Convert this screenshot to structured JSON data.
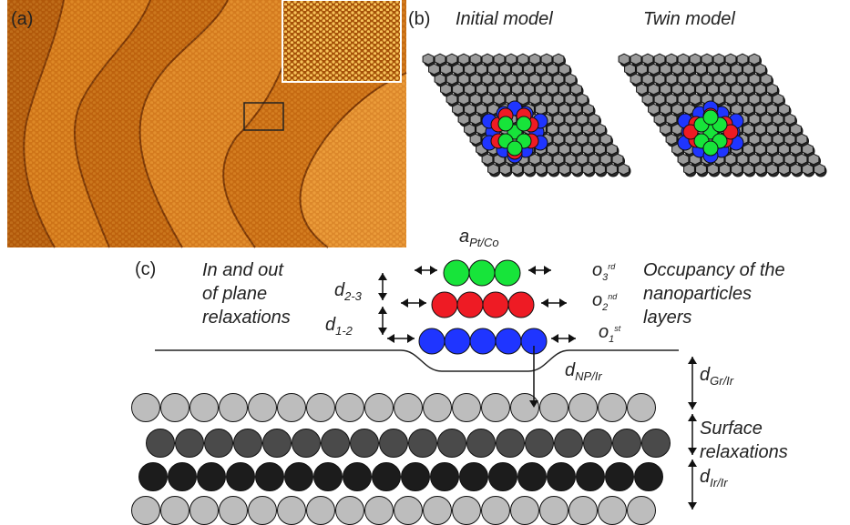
{
  "panels": {
    "a": "(a)",
    "b": "(b)",
    "c": "(c)"
  },
  "models": {
    "initial": "Initial model",
    "twin": "Twin model"
  },
  "labels": {
    "a_lattice": "a",
    "a_lattice_sub": "Pt/Co",
    "d23": "d",
    "d23_sub": "2-3",
    "d12": "d",
    "d12_sub": "1-2",
    "dnp": "d",
    "dnp_sub": "NP/Ir",
    "dgr": "d",
    "dgr_sub": "Gr/Ir",
    "dir": "d",
    "dir_sub": "Ir/Ir",
    "o3": "o",
    "o3_sub": "3",
    "o3_sup": "rd",
    "o2": "o",
    "o2_sub": "2",
    "o2_sup": "nd",
    "o1": "o",
    "o1_sub": "1",
    "o1_sup": "st"
  },
  "text_blocks": {
    "relax_line1": "In and out",
    "relax_line2": "of plane",
    "relax_line3": "relaxations",
    "occ_line1": "Occupancy of the",
    "occ_line2": "nanoparticles",
    "occ_line3": "layers",
    "surf_line1": "Surface",
    "surf_line2": "relaxations"
  },
  "colors": {
    "stm_dark": "#8a3c08",
    "stm_mid": "#cf6d12",
    "stm_light": "#f2a83a",
    "layer1": "#1f35ff",
    "layer2": "#ee1b24",
    "layer3": "#17e43a",
    "substrate_light": "#bdbdbd",
    "substrate_dark": "#4a4a4a",
    "substrate_black": "#1c1c1c"
  }
}
